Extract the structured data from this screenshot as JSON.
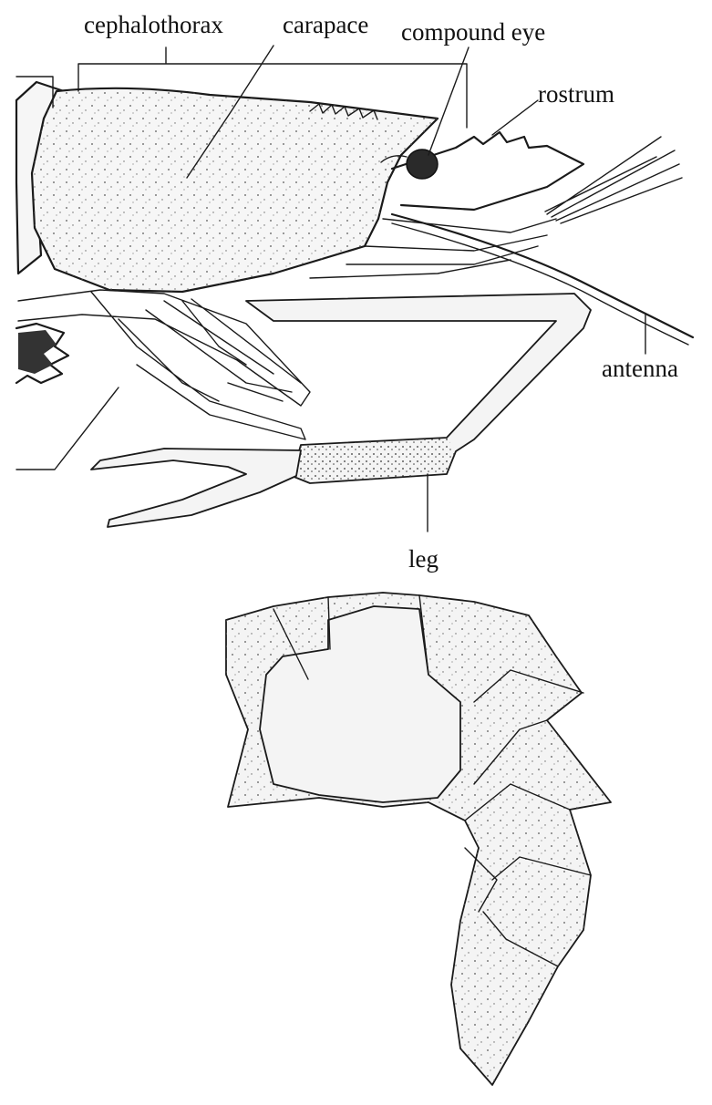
{
  "labels": {
    "cephalothorax": "cephalothorax",
    "carapace": "carapace",
    "compound_eye": "compound eye",
    "rostrum": "rostrum",
    "antenna": "antenna",
    "leg": "leg"
  },
  "colors": {
    "ink": "#1a1a1a",
    "shell": "#f6f6f6",
    "background": "#ffffff"
  }
}
